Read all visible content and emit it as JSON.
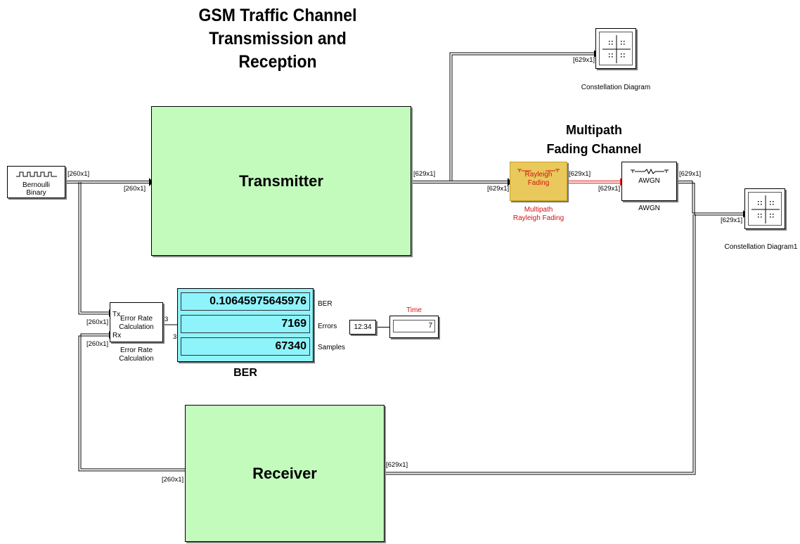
{
  "title": {
    "line1": "GSM Traffic Channel",
    "line2": "Transmission and",
    "line3": "Reception"
  },
  "multipath_heading": {
    "line1": "Multipath",
    "line2": "Fading Channel"
  },
  "blocks": {
    "bernoulli": {
      "line1": "Bernoulli",
      "line2": "Binary"
    },
    "transmitter": "Transmitter",
    "receiver": "Receiver",
    "rayleigh": {
      "text1": "Rayleigh",
      "text2": "Fading",
      "label1": "Multipath",
      "label2": "Rayleigh Fading"
    },
    "awgn": {
      "text": "AWGN",
      "label": "AWGN"
    },
    "constellation1": {
      "label": "Constellation Diagram"
    },
    "constellation2": {
      "label": "Constellation Diagram1"
    },
    "error_rate": {
      "text1": "Error Rate",
      "text2": "Calculation",
      "label1": "Error Rate",
      "label2": "Calculation",
      "port_tx": "Tx",
      "port_rx": "Rx"
    },
    "ber_display": {
      "label": "BER",
      "rows": [
        {
          "value": "0.10645975645976",
          "name": "BER"
        },
        {
          "value": "7169",
          "name": "Errors"
        },
        {
          "value": "67340",
          "name": "Samples"
        }
      ]
    },
    "clock": {
      "text": "12:34"
    },
    "time_display": {
      "title": "Time",
      "value": "7"
    }
  },
  "signals": {
    "s260": "[260x1]",
    "s629": "[629x1]",
    "width3": "3"
  },
  "colors": {
    "subsystem_fill": "#c3fbbd",
    "ber_fill": "#8ff3fb",
    "rayleigh_fill": "#e9c95c",
    "highlight_red": "#d21515"
  }
}
